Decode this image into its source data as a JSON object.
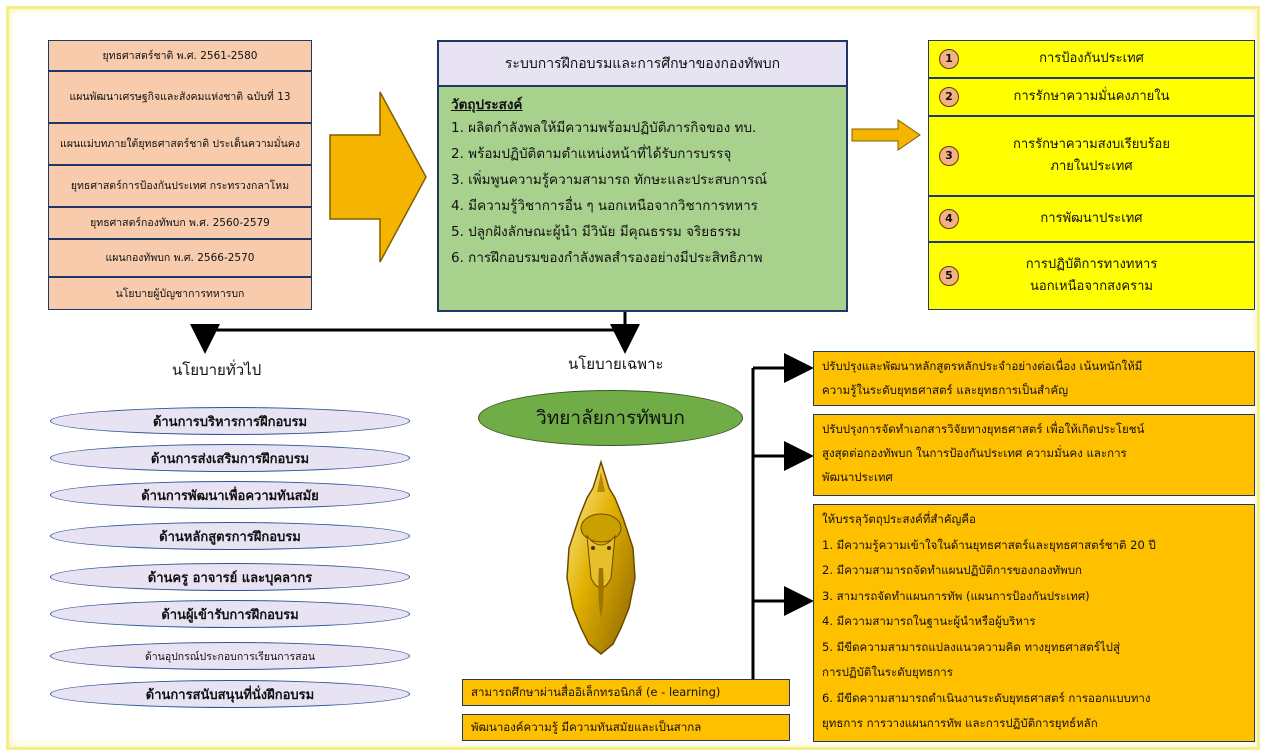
{
  "left_boxes": [
    "ยุทธศาสตร์ชาติ พ.ศ. 2561-2580",
    "แผนพัฒนาเศรษฐกิจและสังคมแห่งชาติ ฉบับที่ 13",
    "แผนแม่บทภายใต้ยุทธศาสตร์ชาติ ประเด็นความมั่นคง",
    "ยุทธศาสตร์การป้องกันประเทศ กระทรวงกลาโหม",
    "ยุทธศาสตร์กองทัพบก พ.ศ. 2560-2579",
    "แผนกองทัพบก พ.ศ. 2566-2570",
    "นโยบายผู้บัญชาการทหารบก"
  ],
  "center": {
    "title": "ระบบการฝึกอบรมและการศึกษาของกองทัพบก",
    "objectives_title": "วัตถุประสงค์",
    "objectives": [
      "1. ผลิตกำลังพลให้มีความพร้อมปฏิบัติภารกิจของ ทบ.",
      "2. พร้อมปฏิบัติตามตำแหน่งหน้าที่ได้รับการบรรจุ",
      "3. เพิ่มพูนความรู้ความสามารถ ทักษะและประสบการณ์",
      "4. มีความรู้วิชาการอื่น ๆ นอกเหนือจากวิชาการทหาร",
      "5. ปลูกฝังลักษณะผู้นำ มีวินัย มีคุณธรรม จริยธรรม",
      "6. การฝึกอบรมของกำลังพลสำรองอย่างมีประสิทธิภาพ"
    ]
  },
  "right_boxes": [
    {
      "num": "1",
      "lines": [
        "การป้องกันประเทศ"
      ]
    },
    {
      "num": "2",
      "lines": [
        "การรักษาความมั่นคงภายใน"
      ]
    },
    {
      "num": "3",
      "lines": [
        "การรักษาความสงบเรียบร้อย",
        "ภายในประเทศ"
      ]
    },
    {
      "num": "4",
      "lines": [
        "การพัฒนาประเทศ"
      ]
    },
    {
      "num": "5",
      "lines": [
        "การปฏิบัติการทางทหาร",
        "นอกเหนือจากสงคราม"
      ]
    }
  ],
  "general_policy": {
    "heading": "นโยบายทั่วไป",
    "items": [
      "ด้านการบริหารการฝึกอบรม",
      "ด้านการส่งเสริมการฝึกอบรม",
      "ด้านการพัฒนาเพื่อความทันสมัย",
      "ด้านหลักสูตรการฝึกอบรม",
      "ด้านครู อาจารย์ และบุคลากร",
      "ด้านผู้เข้ารับการฝึกอบรม",
      "ด้านอุปกรณ์ประกอบการเรียนการสอน",
      "ด้านการสนับสนุนที่นั่งฝึกอบรม"
    ]
  },
  "specific_policy": {
    "heading": "นโยบายเฉพาะ",
    "college": "วิทยาลัยการทัพบก",
    "elearning": "สามารถศึกษาผ่านสื่ออิเล็กทรอนิกส์ (e - learning)",
    "modern": "พัฒนาองค์ความรู้ มีความทันสมัยและเป็นสากล"
  },
  "orange_boxes": {
    "curriculum": [
      "ปรับปรุงและพัฒนาหลักสูตรหลักประจำอย่างต่อเนื่อง  เน้นหนักให้มี",
      "ความรู้ในระดับยุทธศาสตร์ และยุทธการเป็นสำคัญ"
    ],
    "research": [
      "ปรับปรุงการจัดทำเอกสารวิจัยทางยุทธศาสตร์ เพื่อให้เกิดประโยชน์",
      "สูงสุดต่อกองทัพบก ในการป้องกันประเทศ ความมั่นคง และการ",
      "พัฒนาประเทศ"
    ],
    "goals_title": "ให้บรรลุวัตถุประสงค์ที่สำคัญคือ",
    "goals": [
      "1. มีความรู้ความเข้าใจในด้านยุทธศาสตร์และยุทธศาสตร์ชาติ 20 ปี",
      "2. มีความสามารถจัดทำแผนปฏิบัติการของกองทัพบก",
      "3. สามารถจัดทำแผนการทัพ (แผนการป้องกันประเทศ)",
      "4. มีความสามารถในฐานะผู้นำหรือผู้บริหาร",
      "5. มีขีดความสามารถแปลงแนวความคิด  ทางยุทธศาสตร์ไปสู่",
      "การปฏิบัติในระดับยุทธการ",
      "6. มีขีดความสามารถดำเนินงานระดับยุทธศาสตร์ การออกแบบทาง",
      "ยุทธการ การวางแผนการทัพ และการปฏิบัติการยุทธ์หลัก"
    ]
  },
  "colors": {
    "peach": "#f8cbad",
    "lavender": "#e7e3f3",
    "green": "#a9d18e",
    "yellow": "#ffff00",
    "orange": "#ffc000",
    "arrow": "#f4b400",
    "oval_green": "#70ad47"
  }
}
